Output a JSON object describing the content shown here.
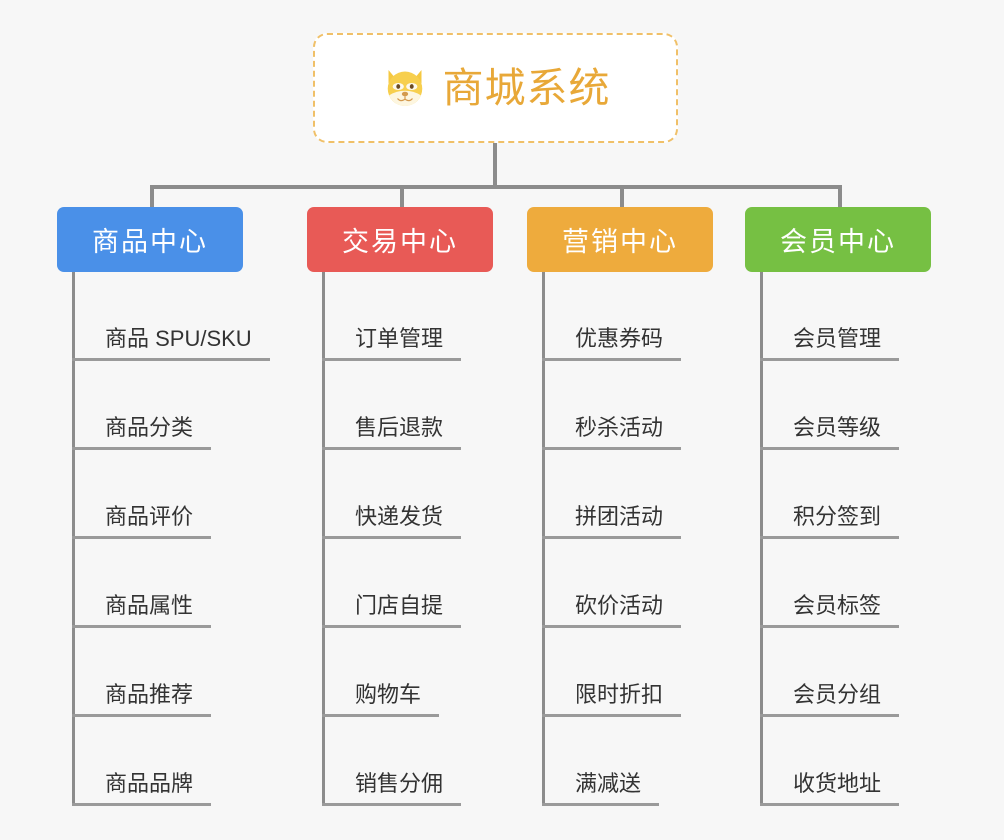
{
  "canvas": {
    "background": "#f7f7f7",
    "line_color": "#8c8c8c"
  },
  "root": {
    "title": "商城系统",
    "icon": "dog-face-icon",
    "border_color": "#f0c068",
    "text_color": "#e8a838",
    "background": "#ffffff"
  },
  "branches": [
    {
      "title": "商品中心",
      "color": "#4a90e8",
      "leaves": [
        {
          "label": "商品 SPU/SKU"
        },
        {
          "label": "商品分类"
        },
        {
          "label": "商品评价"
        },
        {
          "label": "商品属性"
        },
        {
          "label": "商品推荐"
        },
        {
          "label": "商品品牌"
        }
      ]
    },
    {
      "title": "交易中心",
      "color": "#e85a56",
      "leaves": [
        {
          "label": "订单管理"
        },
        {
          "label": "售后退款"
        },
        {
          "label": "快递发货"
        },
        {
          "label": "门店自提"
        },
        {
          "label": "购物车"
        },
        {
          "label": "销售分佣"
        }
      ]
    },
    {
      "title": "营销中心",
      "color": "#eeab3d",
      "leaves": [
        {
          "label": "优惠券码"
        },
        {
          "label": "秒杀活动"
        },
        {
          "label": "拼团活动"
        },
        {
          "label": "砍价活动"
        },
        {
          "label": "限时折扣"
        },
        {
          "label": "满减送"
        }
      ]
    },
    {
      "title": "会员中心",
      "color": "#76c043",
      "leaves": [
        {
          "label": "会员管理"
        },
        {
          "label": "会员等级"
        },
        {
          "label": "积分签到"
        },
        {
          "label": "会员标签"
        },
        {
          "label": "会员分组"
        },
        {
          "label": "收货地址"
        }
      ]
    }
  ]
}
